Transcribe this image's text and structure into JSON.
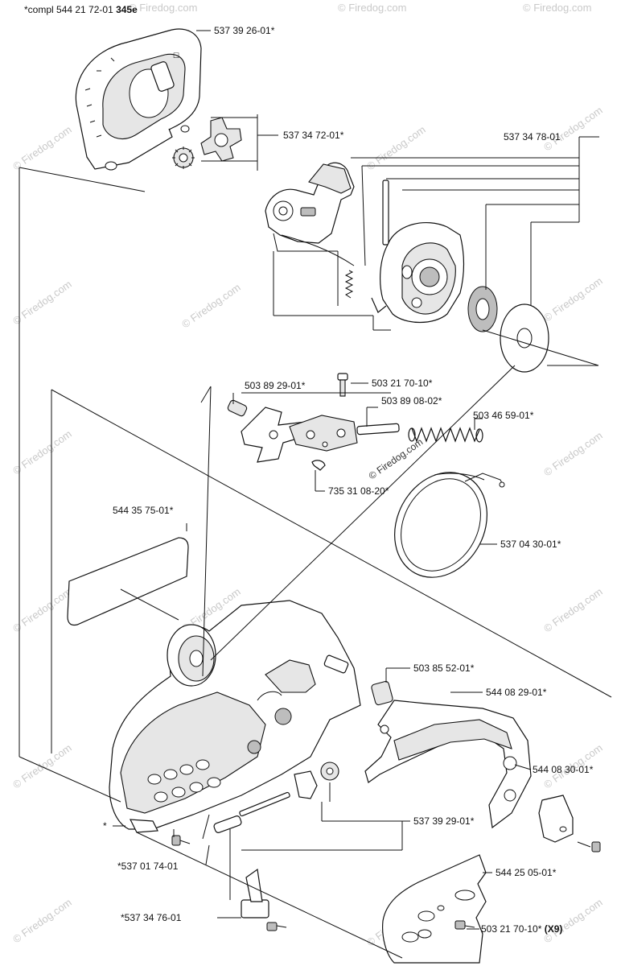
{
  "header": {
    "prefix": "*compl 544 21 72-01 ",
    "model": "345e"
  },
  "watermark": {
    "text": "© Firedog.com"
  },
  "labels": {
    "p1": "537 39 26-01*",
    "p2": "537 34 72-01*",
    "p3": "537 34 78-01",
    "p4": "503 89 29-01*",
    "p5": "503 21 70-10*",
    "p6": "503 89 08-02*",
    "p7": "503 46 59-01*",
    "p8": "735 31 08-20*",
    "p9": "544 35 75-01*",
    "p10": "537 04 30-01*",
    "p11": "503 85 52-01*",
    "p12": "544 08 29-01*",
    "p13": "544 08 30-01*",
    "p14": "537 39 29-01*",
    "p15": "*",
    "p16": "*537 01 74-01",
    "p17": "544 25 05-01*",
    "p18": "*537 34 76-01",
    "p19_text": "503 21 70-10* ",
    "p19_qty": "(X9)"
  }
}
